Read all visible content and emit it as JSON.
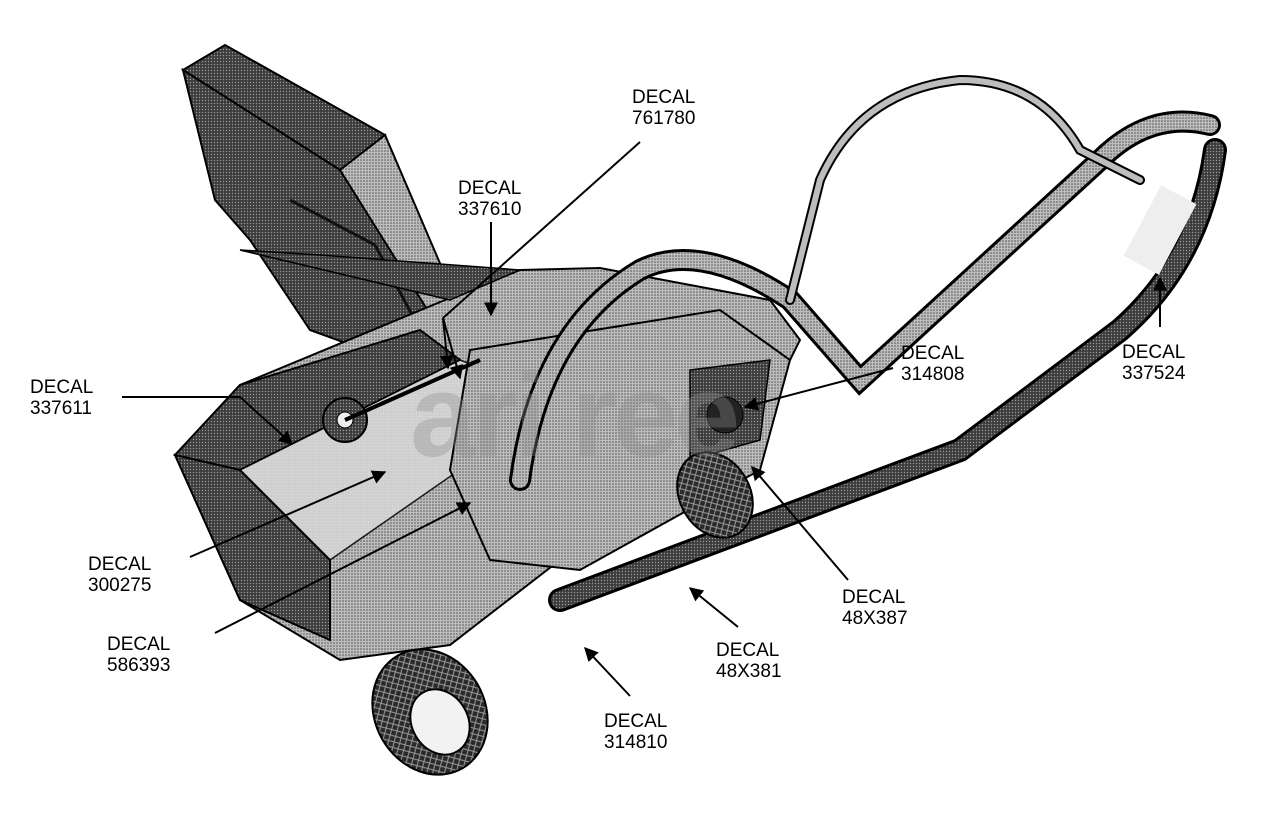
{
  "callouts": [
    {
      "id": "761780",
      "title": "DECAL",
      "part": "761780"
    },
    {
      "id": "337610",
      "title": "DECAL",
      "part": "337610"
    },
    {
      "id": "337611",
      "title": "DECAL",
      "part": "337611"
    },
    {
      "id": "314808",
      "title": "DECAL",
      "part": "314808"
    },
    {
      "id": "337524",
      "title": "DECAL",
      "part": "337524"
    },
    {
      "id": "300275",
      "title": "DECAL",
      "part": "300275"
    },
    {
      "id": "586393",
      "title": "DECAL",
      "part": "586393"
    },
    {
      "id": "48X387",
      "title": "DECAL",
      "part": "48X387"
    },
    {
      "id": "48X381",
      "title": "DECAL",
      "part": "48X381"
    },
    {
      "id": "314810",
      "title": "DECAL",
      "part": "314810"
    }
  ],
  "watermark": "ari  ree",
  "colors": {
    "ink": "#000000",
    "body": "#8a8a8a",
    "dark": "#3a3a3a",
    "light": "#c8c8c8"
  }
}
